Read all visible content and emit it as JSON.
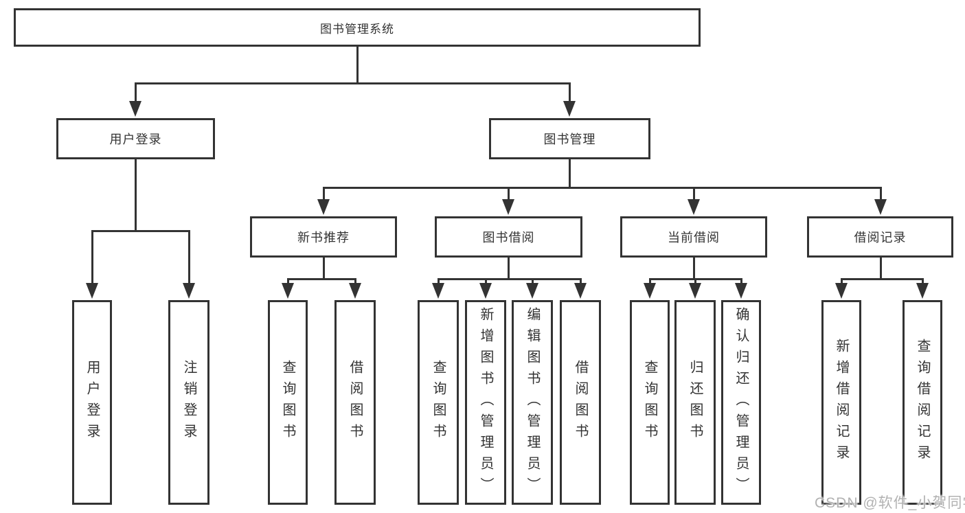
{
  "diagram": {
    "type": "hierarchy-tree",
    "colors": {
      "line": "#333333",
      "box_border": "#333333",
      "text": "#333333",
      "background": "#ffffff",
      "watermark_text": "#b2b2b2"
    },
    "tree": {
      "root": {
        "label": "图书管理系统"
      },
      "level2": [
        {
          "id": "user_login",
          "label": "用户登录"
        },
        {
          "id": "book_management",
          "label": "图书管理"
        }
      ],
      "level3": [
        {
          "id": "new_book_recommend",
          "label": "新书推荐",
          "parent": "book_management"
        },
        {
          "id": "book_borrow",
          "label": "图书借阅",
          "parent": "book_management"
        },
        {
          "id": "current_borrow",
          "label": "当前借阅",
          "parent": "book_management"
        },
        {
          "id": "borrow_records",
          "label": "借阅记录",
          "parent": "book_management"
        }
      ],
      "children": {
        "user_login": [
          "用户登录",
          "注销登录"
        ],
        "new_book_recommend": [
          "查询图书",
          "借阅图书"
        ],
        "book_borrow": [
          "查询图书",
          "新增图书（管理员）",
          "编辑图书（管理员）",
          "借阅图书"
        ],
        "current_borrow": [
          "查询图书",
          "归还图书",
          "确认归还（管理员）"
        ],
        "borrow_records": [
          "新增借阅记录",
          "查询借阅记录"
        ]
      }
    },
    "watermark": "CSDN @软件_小贺同学"
  }
}
